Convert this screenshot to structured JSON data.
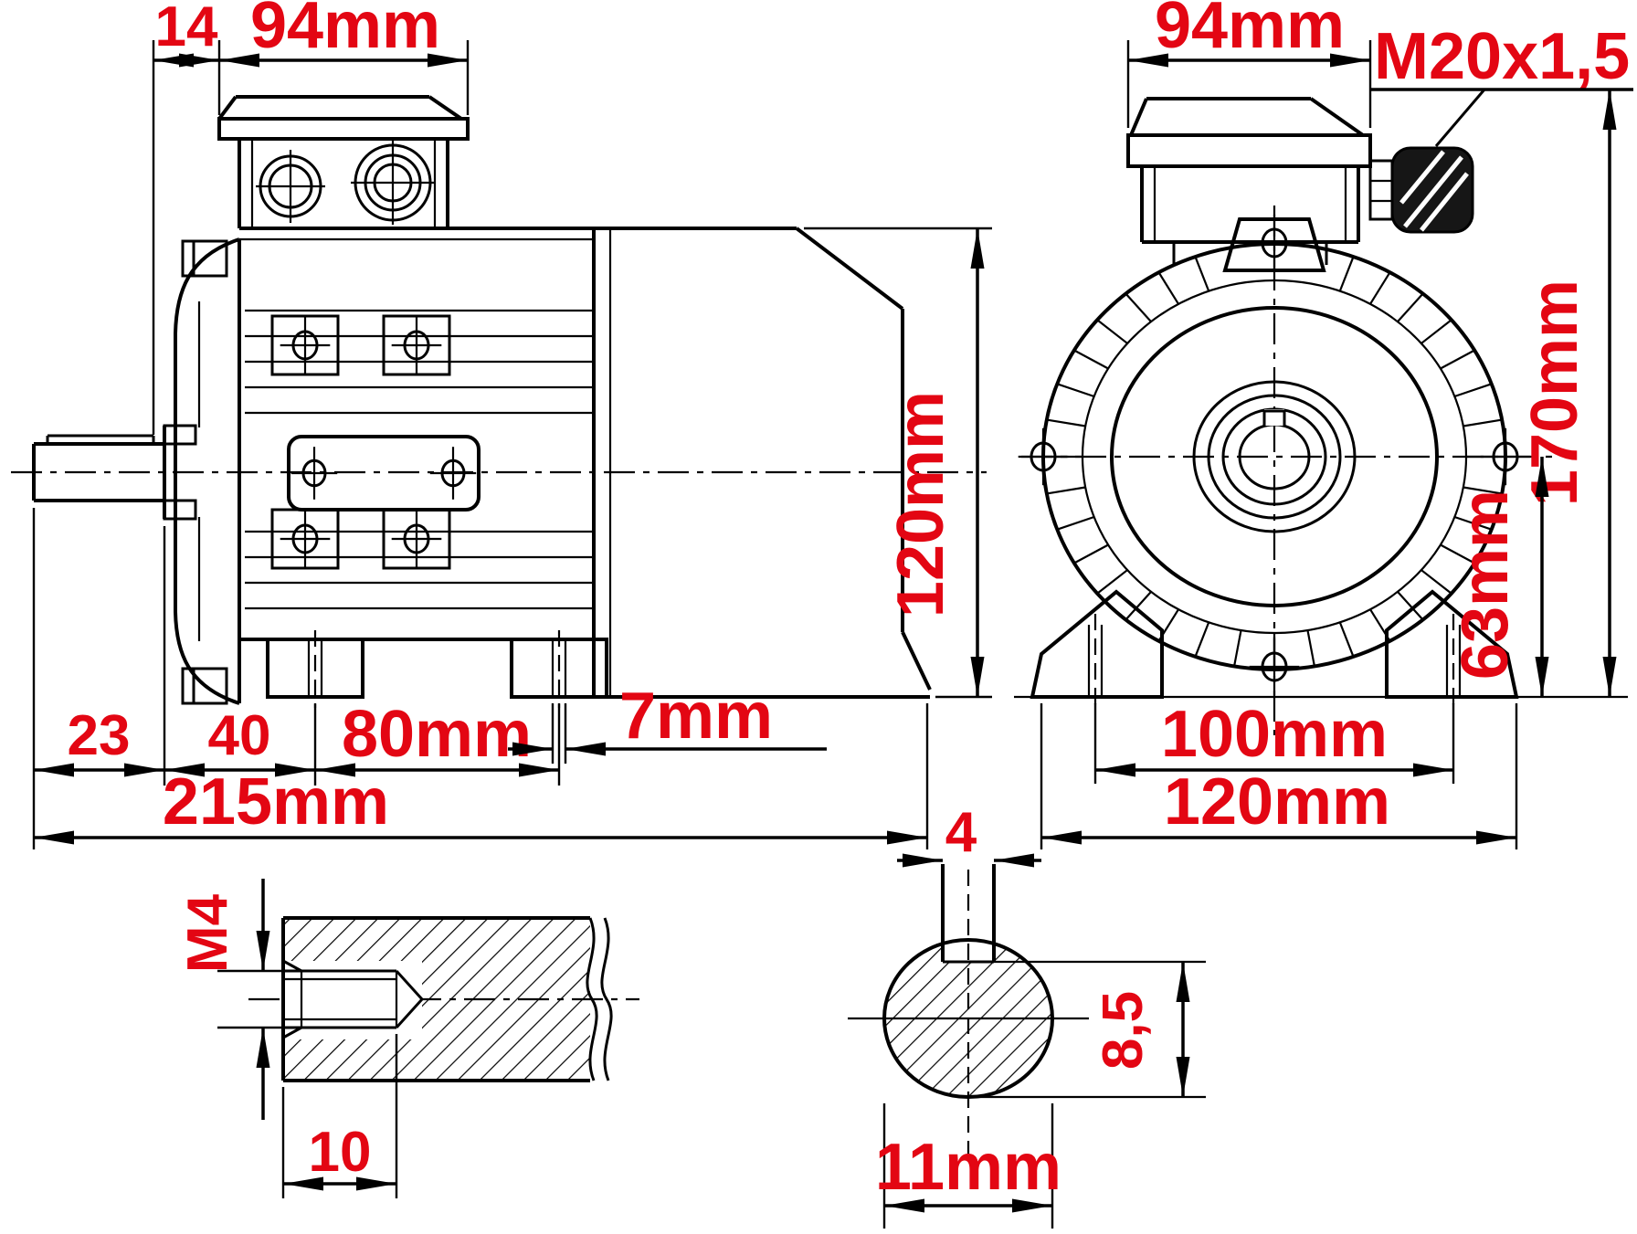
{
  "drawing": {
    "subject": "electric-motor-dimension-drawing",
    "accent_color": "#e30613",
    "line_color": "#000000",
    "background": "#ffffff"
  },
  "dimensions": {
    "side_view": {
      "shaft_step_to_box": "14",
      "terminal_box_width": "94mm",
      "shaft_length": "23",
      "shoulder_to_foot_hole": "40",
      "foot_hole_spacing": "80mm",
      "foot_hole_size": "7mm",
      "overall_length": "215mm",
      "fan_cover_height": "120mm"
    },
    "front_view": {
      "terminal_box_width": "94mm",
      "cable_gland_thread": "M20x1,5",
      "overall_height": "170mm",
      "shaft_center_height": "63mm",
      "foot_hole_spacing": "100mm",
      "foot_overall_width": "120mm"
    },
    "shaft_end_detail": {
      "tapped_thread": "M4",
      "thread_depth": "10"
    },
    "shaft_section_detail": {
      "key_width": "4",
      "key_seat_height": "8,5",
      "shaft_diameter": "11mm"
    }
  }
}
